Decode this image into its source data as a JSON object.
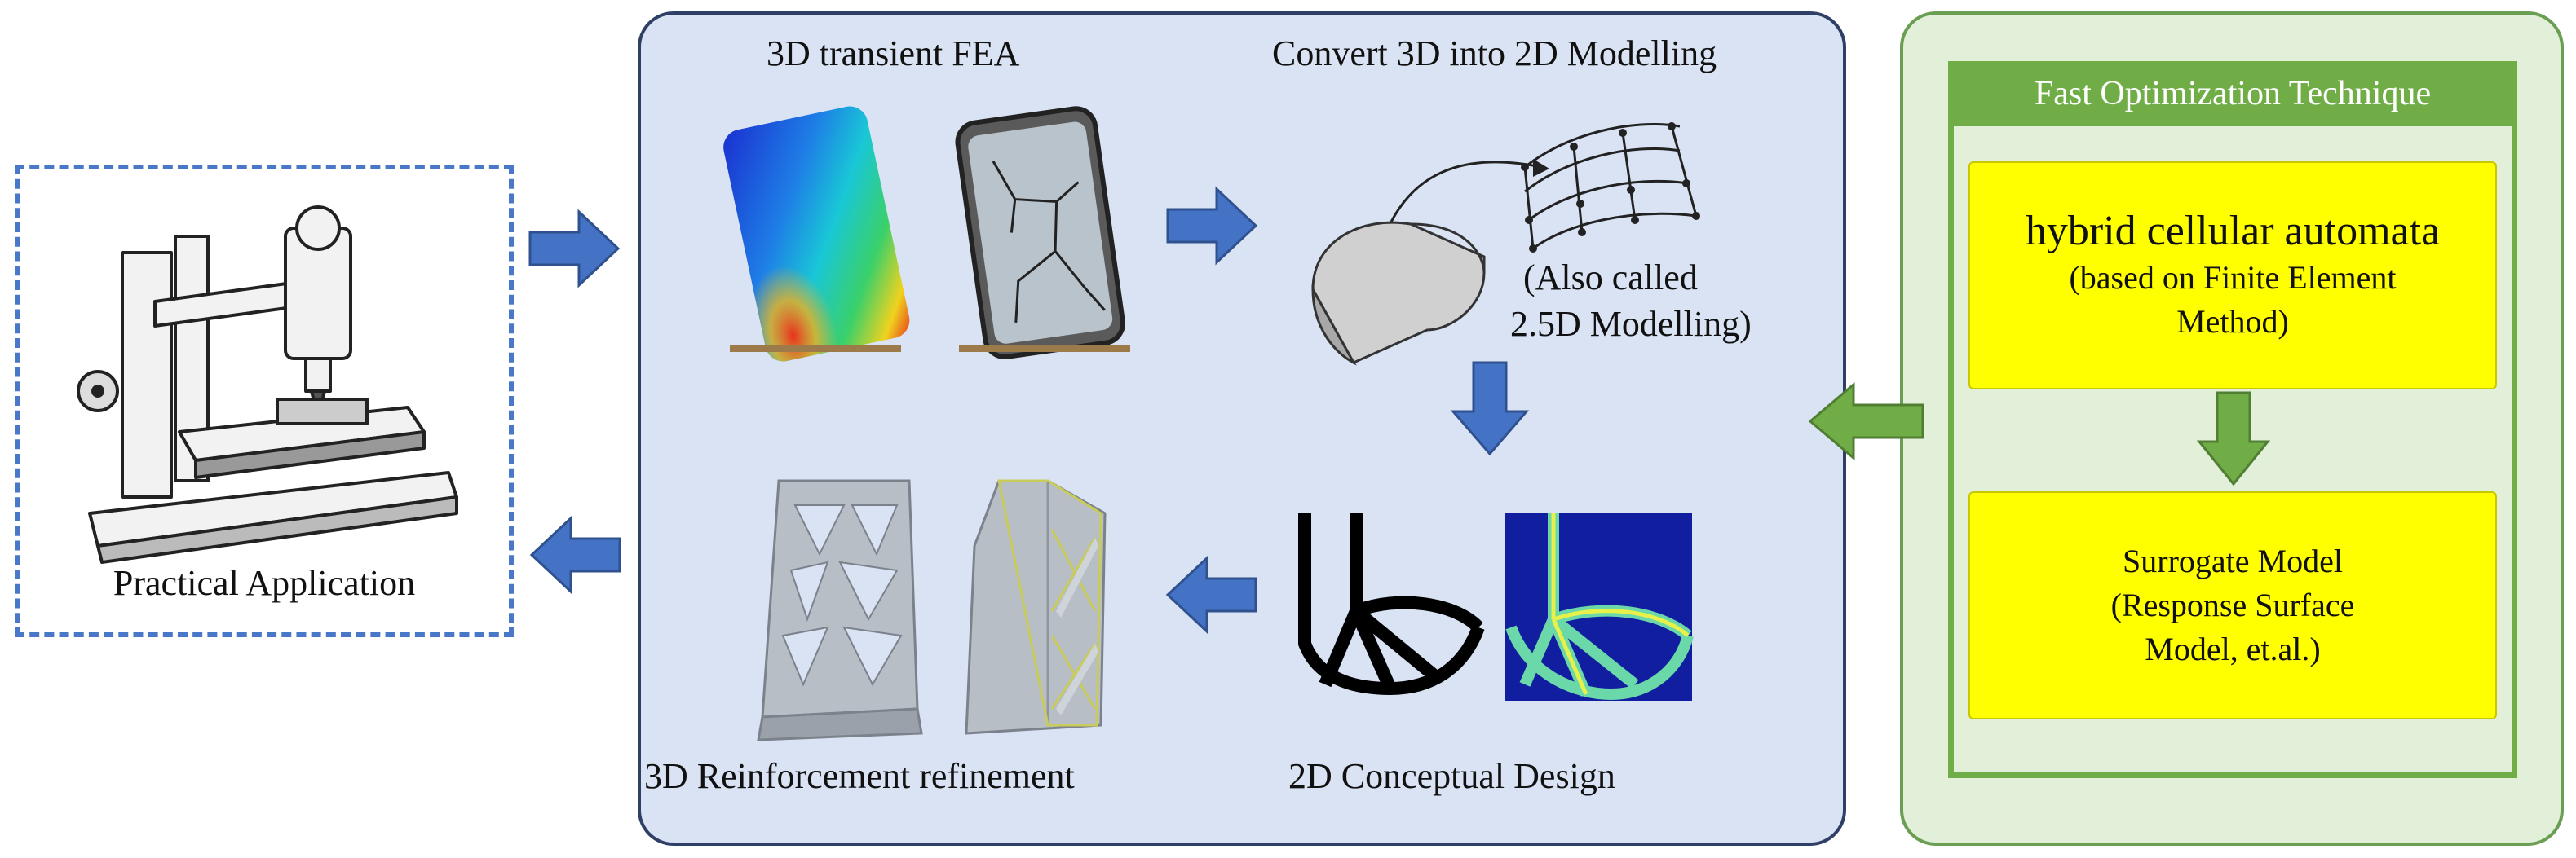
{
  "left": {
    "label": "Practical Application"
  },
  "center": {
    "fea_title": "3D transient FEA",
    "convert_title": "Convert 3D into 2D Modelling",
    "also_called": [
      "(Also called",
      "2.5D Modelling)"
    ],
    "conceptual_label": "2D Conceptual Design",
    "reinforcement_label": "3D Reinforcement refinement"
  },
  "right": {
    "header": "Fast Optimization Technique",
    "hca_title": "hybrid cellular automata",
    "hca_sub": [
      "(based on Finite Element",
      "Method)"
    ],
    "surrogate": [
      "Surrogate Model",
      "(Response Surface",
      "Model, et.al.)"
    ]
  },
  "colors": {
    "blue_arrow": "#4472c4",
    "green_arrow": "#70ad47",
    "yellow": "#ffff00"
  }
}
